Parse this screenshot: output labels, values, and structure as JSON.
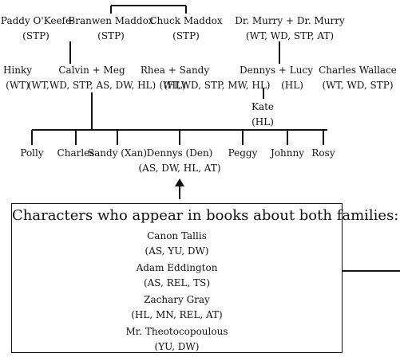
{
  "tree": {
    "generation1": [
      {
        "name": "Paddy O'Keefe",
        "codes": "(STP)"
      },
      {
        "name": "Branwen Maddox",
        "codes": "(STP)"
      },
      {
        "name": "Chuck Maddox",
        "codes": "(STP)"
      },
      {
        "name": "Dr. Murry + Dr. Murry",
        "codes": "(WT, WD, STP, AT)"
      }
    ],
    "couple_join": "+",
    "generation2": [
      {
        "name": "Hinky",
        "codes": "(WT)"
      },
      {
        "name": "Calvin + Meg",
        "codes": "(WT,WD, STP, AS, DW, HL)"
      },
      {
        "name": "Rhea + Sandy",
        "codes": "(HL)"
      },
      {
        "name": "",
        "codes": "(WT,WD, STP, MW, HL)"
      },
      {
        "name": "Dennys + Lucy",
        "codes": "(HL)"
      },
      {
        "name": "Charles Wallace",
        "codes": "(WT, WD, STP)"
      }
    ],
    "kate": {
      "name": "Kate",
      "codes": "(HL)"
    },
    "children": [
      {
        "name": "Polly",
        "codes": ""
      },
      {
        "name": "Charles",
        "codes": ""
      },
      {
        "name": "Sandy (Xan)",
        "codes": ""
      },
      {
        "name": "Dennys (Den)",
        "codes": "(AS, DW, HL, AT)"
      },
      {
        "name": "Peggy",
        "codes": ""
      },
      {
        "name": "Johnny",
        "codes": ""
      },
      {
        "name": "Rosy",
        "codes": ""
      }
    ]
  },
  "panel": {
    "title": "Characters who appear in books about both families:",
    "characters": [
      {
        "name": "Canon Tallis",
        "codes": "(AS, YU, DW)"
      },
      {
        "name": "Adam Eddington",
        "codes": "(AS, REL, TS)"
      },
      {
        "name": "Zachary Gray",
        "codes": "(HL, MN, REL, AT)"
      },
      {
        "name": "Mr. Theotocopoulous",
        "codes": "(YU, DW)"
      }
    ]
  }
}
